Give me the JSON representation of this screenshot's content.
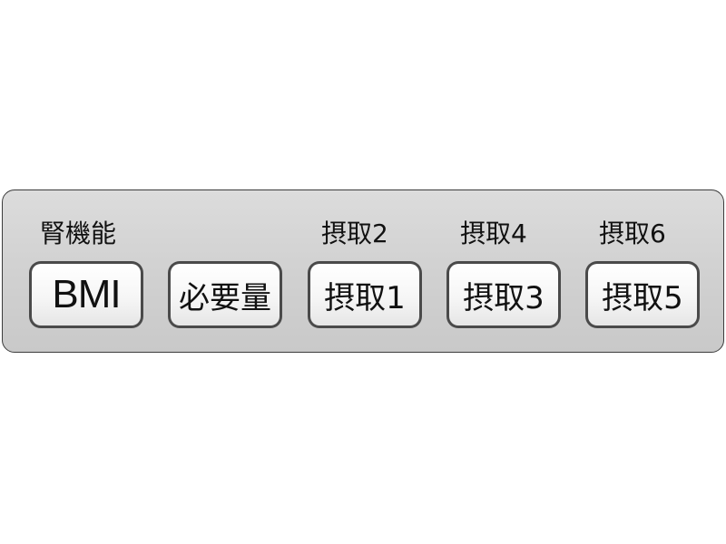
{
  "panel": {
    "upper_labels": [
      "腎機能",
      "摂取2",
      "摂取4",
      "摂取6"
    ],
    "keys": [
      "BMI",
      "必要量",
      "摂取1",
      "摂取3",
      "摂取5"
    ]
  }
}
